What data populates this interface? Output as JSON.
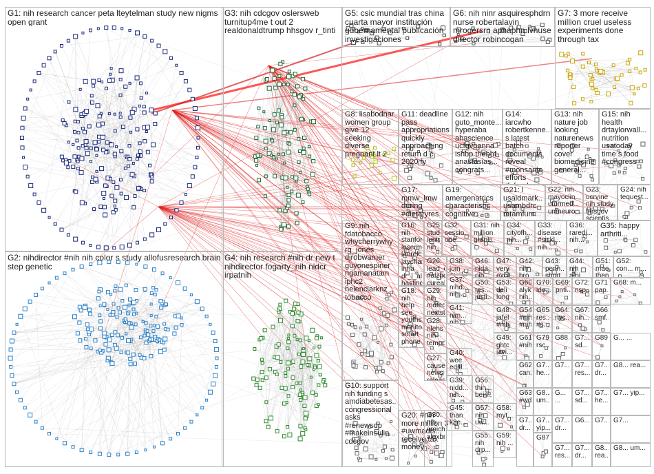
{
  "groups": [
    {
      "id": "G1",
      "label": "G1: nih research cancer peta lteytelman study new nigms open grant",
      "color": "#1c2a7a"
    },
    {
      "id": "G2",
      "label": "G2: nihdirector #nih nih color s study allofusresearch brain step genetic",
      "color": "#2a7fc7"
    },
    {
      "id": "G3",
      "label": "G3: nih cdcgov oslersweb turnitup4me t out 2 realdonaldtrump hhsgov r_tinti",
      "color": "#1d6b3a"
    },
    {
      "id": "G4",
      "label": "G4: nih research #nih dr new t nihdirector fogarty_nih nidcr irpatnih",
      "color": "#2e8b2e"
    },
    {
      "id": "G5",
      "label": "G5: csic mundial tras china cuarta mayor institución gubernamental publicación investigaciones",
      "color": "#444444"
    },
    {
      "id": "G6",
      "label": "G6: nih ninr asquiresphdrn nurse robertalavin mrogersrn aphaphn lvhuse director robincogan",
      "color": "#555555"
    },
    {
      "id": "G7",
      "label": "G7: 3 more receive million cruel useless experiments done through tax",
      "color": "#c9a400"
    },
    {
      "id": "G8",
      "label": "G8: lisabodnar women group give 12 seeking diverse pregnant lt 2",
      "color": "#b5c418"
    },
    {
      "id": "G9",
      "label": "G9: nih fdatobacco whycherrywhy rg_jones djrobwarner guyonespiner ngamanatam iphc2 helenclarknz tobacco",
      "color": "#666666"
    },
    {
      "id": "G10",
      "label": "G10: support nih funding s amdiabetesas... congressional asks #renewsdp #makeinsulin... cdcgov",
      "color": "#666666"
    },
    {
      "id": "G11",
      "label": "G11: deadline pass appropriations quickly approaching return d c 2020 fy",
      "color": "#666666"
    },
    {
      "id": "G12",
      "label": "G12: nih guto_monte... hyperaba ahascience ucfgvpanna ishbp thebhf anastasias... congrats...",
      "color": "#666666"
    },
    {
      "id": "G13",
      "label": "G13: nih nature job looking naturenews reporter cover biomedicine general...",
      "color": "#666666"
    },
    {
      "id": "G14",
      "label": "G14: iarcwho robertkenne... s latest batch documents reveal #monsanto efforts defund",
      "color": "#666666"
    },
    {
      "id": "G15",
      "label": "G15: nih health drtaylorwall... nutrition usatoday time s food #congress",
      "color": "#666666"
    },
    {
      "id": "G16",
      "label": "G16: nih stanfordm... inserm laurelcoons jaychance5 inria dr_l_alexa... hastings...",
      "color": "#666666"
    },
    {
      "id": "G17",
      "label": "G17: mmw_lmw during #dietaryres... #bonemarr... protects optimizes #immunolo...",
      "color": "#666666"
    },
    {
      "id": "G18",
      "label": "G18: nih help see youthsuici... monitoring smart phone use improve...",
      "color": "#666666"
    },
    {
      "id": "G19",
      "label": "G19: amergenatrics characteristic cognitive...",
      "color": "#666666"
    },
    {
      "id": "G20",
      "label": "G20: #nih more million 3 #uwmadis... receive tax money...",
      "color": "#666666"
    },
    {
      "id": "G21",
      "label": "G21: l usaidmark... usambdrc mtamfum...",
      "color": "#666666"
    },
    {
      "id": "G22",
      "label": "G22: nih mayoclin... umrmed... umneuro...",
      "color": "#666666"
    },
    {
      "id": "G23",
      "label": "G23: ucrvine nih study hhsgov scientis...",
      "color": "#666666"
    },
    {
      "id": "G24",
      "label": "G24: nih tequest...",
      "color": "#666666"
    },
    {
      "id": "G25",
      "label": "G25: study ionisp... nih...",
      "color": "#666666"
    },
    {
      "id": "G26",
      "label": "G26: lead_c... #alzhe... cureal...",
      "color": "#666666"
    },
    {
      "id": "G27",
      "label": "G27: cause news releas...",
      "color": "#666666"
    },
    {
      "id": "G28",
      "label": "G28: nlehs nih tempo...",
      "color": "#666666"
    },
    {
      "id": "G29",
      "label": "G29: nih mdted... nextst...",
      "color": "#666666"
    },
    {
      "id": "G30",
      "label": "G30: nih umich... alexbr...",
      "color": "#666666"
    },
    {
      "id": "G31",
      "label": "G31: nih million grant...",
      "color": "#666666"
    },
    {
      "id": "G32",
      "label": "G32: sessio... one...",
      "color": "#666666"
    },
    {
      "id": "G33",
      "label": "G33: disease #sickl... nih...",
      "color": "#666666"
    },
    {
      "id": "G34",
      "label": "G34: cityofh... nih...",
      "color": "#666666"
    },
    {
      "id": "G35",
      "label": "G35: happy arthriti...",
      "color": "#666666"
    },
    {
      "id": "G36",
      "label": "G36: raredi... nih...",
      "color": "#666666"
    },
    {
      "id": "G37",
      "label": "G37: nihd... nih...",
      "color": "#666666"
    },
    {
      "id": "G38",
      "label": "G38: join #trai... #urb...",
      "color": "#666666"
    },
    {
      "id": "G39",
      "label": "G39: nidd... nih...",
      "color": "#666666"
    },
    {
      "id": "G40",
      "label": "G40: wee editi...",
      "color": "#666666"
    },
    {
      "id": "G41",
      "label": "G41: nlm... nih...",
      "color": "#666666"
    },
    {
      "id": "G42",
      "label": "G42: nih bro...",
      "color": "#666666"
    },
    {
      "id": "G43",
      "label": "G43: penn... short...",
      "color": "#666666"
    },
    {
      "id": "G44",
      "label": "G44: nih afni...",
      "color": "#666666"
    },
    {
      "id": "G45",
      "label": "G45: than k3e...",
      "color": "#666666"
    },
    {
      "id": "G46",
      "label": "G46: nida... nih...",
      "color": "#666666"
    },
    {
      "id": "G47",
      "label": "G47: very excit...",
      "color": "#666666"
    },
    {
      "id": "G48",
      "label": "G48: jafel #nih",
      "color": "#666666"
    },
    {
      "id": "G49",
      "label": "G49: ghtc iavi...",
      "color": "#666666"
    },
    {
      "id": "G50",
      "label": "G50: res... justi...",
      "color": "#666666"
    },
    {
      "id": "G51",
      "label": "G51: mae... then...",
      "color": "#666666"
    },
    {
      "id": "G52",
      "label": "G52: con... m...",
      "color": "#666666"
    },
    {
      "id": "G53",
      "label": "G53: deli long",
      "color": "#666666"
    },
    {
      "id": "G54",
      "label": "G54: #nih #nih",
      "color": "#666666"
    },
    {
      "id": "G55",
      "label": "G55: nih drp...",
      "color": "#666666"
    },
    {
      "id": "G56",
      "label": "G56: thin... bein...",
      "color": "#666666"
    },
    {
      "id": "G57",
      "label": "G57: nih uw...",
      "color": "#666666"
    },
    {
      "id": "G58",
      "label": "G58: myt...",
      "color": "#666666"
    },
    {
      "id": "G59",
      "label": "G59: nih ...",
      "color": "#666666"
    },
    {
      "id": "G60",
      "label": "G60: alyk... nih...",
      "color": "#666666"
    },
    {
      "id": "G61",
      "label": "G61: #nih",
      "color": "#666666"
    },
    {
      "id": "G62",
      "label": "G62: can...",
      "color": "#666666"
    },
    {
      "id": "G63",
      "label": "G63: #wd...",
      "color": "#666666"
    },
    {
      "id": "G64",
      "label": "G64: nyc...",
      "color": "#666666"
    },
    {
      "id": "G65",
      "label": "G65: res... #s...",
      "color": "#666666"
    },
    {
      "id": "G66",
      "label": "G66: smf...",
      "color": "#666666"
    },
    {
      "id": "G67",
      "label": "G67: nih...",
      "color": "#666666"
    },
    {
      "id": "G68",
      "label": "G68: m...",
      "color": "#666666"
    },
    {
      "id": "G69",
      "label": "G69: pntl...",
      "color": "#666666"
    },
    {
      "id": "G70",
      "label": "G70: ide...",
      "color": "#666666"
    },
    {
      "id": "G71",
      "label": "G71: pap...",
      "color": "#666666"
    },
    {
      "id": "G72",
      "label": "G72: nsp...",
      "color": "#666666"
    },
    {
      "id": "G79",
      "label": "G79 rsc...",
      "color": "#666666"
    },
    {
      "id": "G87",
      "label": "G87",
      "color": "#666666"
    },
    {
      "id": "G88",
      "label": "G88",
      "color": "#666666"
    },
    {
      "id": "G89",
      "label": "G89",
      "color": "#666666"
    }
  ],
  "grid_filler": [
    "G7...",
    "G7... res...",
    "G7... dr...",
    "G8... rea...",
    "G8... um...",
    "G... ...",
    "G7... sd...",
    "G7... he...",
    "G7... yip...",
    "G7... dr...",
    "G6...",
    "G7..."
  ]
}
